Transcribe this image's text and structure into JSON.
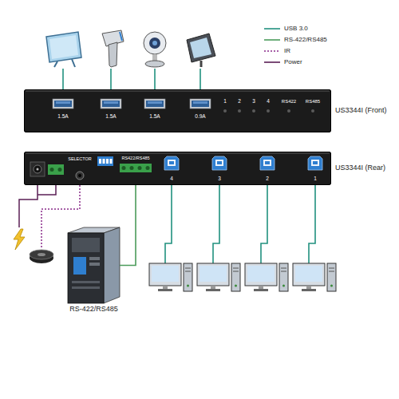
{
  "diagram": {
    "nodes": [
      {
        "text": [
          "US3344I (Front)"
        ]
      },
      {
        "text": [
          "US3344I (Rear)"
        ]
      },
      {
        "text": [
          "RS-422/RS485"
        ]
      }
    ],
    "edges": [
      {
        "from": 1,
        "to": 2,
        "arrow": "none"
      }
    ],
    "labels": [
      "1.5A",
      "1.5A",
      "1.5A",
      "0.9A",
      "1",
      "2",
      "3",
      "4",
      "RS422",
      "RS485",
      "SELECTOR",
      "RS422/RS485",
      "4",
      "3",
      "2",
      "1"
    ],
    "legend": [
      {
        "text": "USB 3.0"
      },
      {
        "text": "RS-422/RS485"
      },
      {
        "text": "IR"
      },
      {
        "text": "Power"
      }
    ]
  }
}
